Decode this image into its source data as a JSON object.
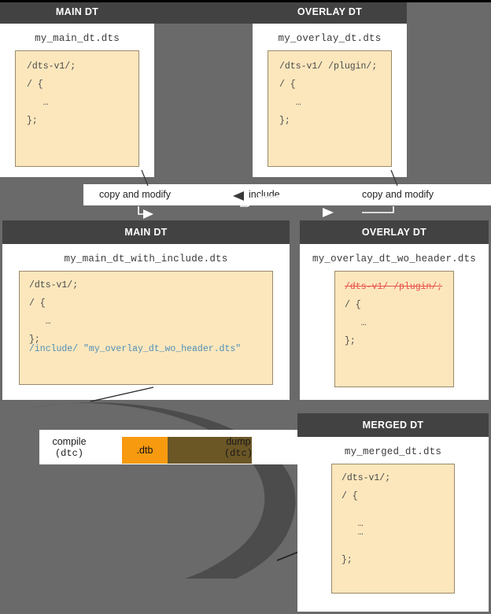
{
  "theme": {
    "background": "#6a6a6a",
    "header_bg": "#424242",
    "panel_bg": "#ffffff",
    "code_bg": "#fce7bd",
    "code_border": "#9a8a6a",
    "accent_orange": "#f79a10",
    "strike_red": "#e8504a",
    "include_blue": "#4f8fb5"
  },
  "top": {
    "main": {
      "header": "MAIN DT",
      "filename": "my_main_dt.dts",
      "code": [
        "/dts-v1/;",
        "",
        "/ {",
        "",
        "   …",
        "",
        "};"
      ]
    },
    "overlay": {
      "header": "OVERLAY DT",
      "filename": "my_overlay_dt.dts",
      "code": [
        "/dts-v1/ /plugin/;",
        "",
        "/ {",
        "",
        "   …",
        "",
        "};"
      ]
    }
  },
  "labels": {
    "copy_and_modify_left": "copy and modify",
    "include": "include",
    "copy_and_modify_right": "copy and modify"
  },
  "middle": {
    "main": {
      "header": "MAIN DT",
      "filename": "my_main_dt_with_include.dts",
      "code": [
        "/dts-v1/;",
        "",
        "/ {",
        "",
        "   …",
        "",
        "};"
      ],
      "include_line": "/include/ \"my_overlay_dt_wo_header.dts\""
    },
    "overlay": {
      "header": "OVERLAY DT",
      "filename": "my_overlay_dt_wo_header.dts",
      "struck_line": "/dts-v1/ /plugin/;",
      "code": [
        "",
        "/ {",
        "",
        "   …",
        "",
        "};"
      ]
    }
  },
  "pipeline": {
    "compile_label": "compile",
    "compile_tool": "(dtc)",
    "artifact": ".dtb",
    "dump_label": "dump",
    "dump_tool": "(dtc)"
  },
  "merged": {
    "header": "MERGED DT",
    "filename": "my_merged_dt.dts",
    "code": [
      "/dts-v1/;",
      "",
      "/ {",
      "",
      "",
      "   …",
      "   …",
      "",
      "",
      "};"
    ]
  }
}
